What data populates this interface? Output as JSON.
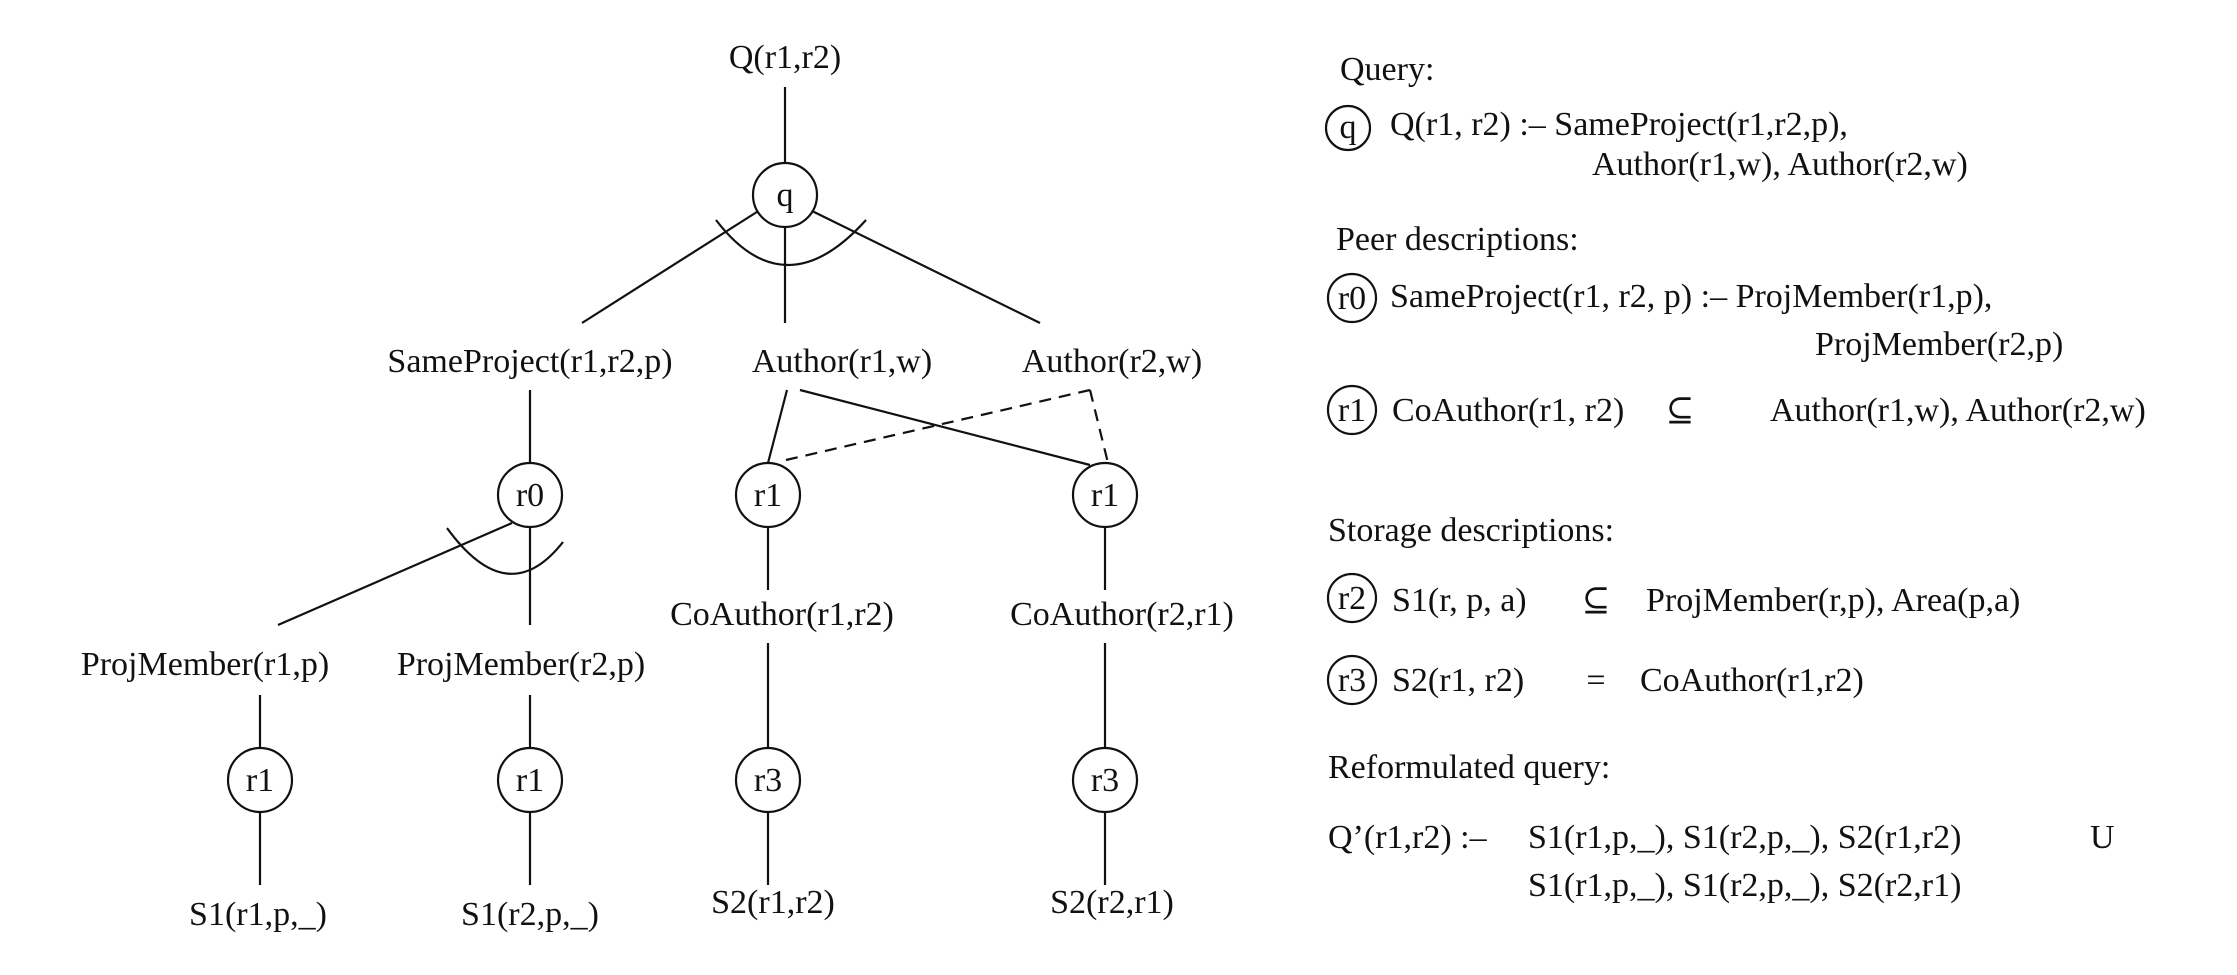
{
  "tree": {
    "root": "Q(r1,r2)",
    "q_node": "q",
    "subgoal_sameproject": "SameProject(r1,r2,p)",
    "subgoal_author1": "Author(r1,w)",
    "subgoal_author2": "Author(r2,w)",
    "r0_node": "r0",
    "r1_left_node": "r1",
    "r1_right_node": "r1",
    "projmember1": "ProjMember(r1,p)",
    "projmember2": "ProjMember(r2,p)",
    "coauthor12": "CoAuthor(r1,r2)",
    "coauthor21": "CoAuthor(r2,r1)",
    "r1_pm1_node": "r1",
    "r1_pm2_node": "r1",
    "r3_left_node": "r3",
    "r3_right_node": "r3",
    "leaf_s1_r1": "S1(r1,p,_)",
    "leaf_s1_r2": "S1(r2,p,_)",
    "leaf_s2_r1r2": "S2(r1,r2)",
    "leaf_s2_r2r1": "S2(r2,r1)"
  },
  "panel": {
    "query_heading": "Query:",
    "query_label": "q",
    "query_line1": "Q(r1, r2) :– SameProject(r1,r2,p),",
    "query_line2": "Author(r1,w), Author(r2,w)",
    "peer_heading": "Peer descriptions:",
    "r0_label": "r0",
    "r0_line1": "SameProject(r1, r2, p) :– ProjMember(r1,p),",
    "r0_line2": "ProjMember(r2,p)",
    "r1_label": "r1",
    "r1_lhs": "CoAuthor(r1, r2)",
    "r1_op": "⊆",
    "r1_rhs": "Author(r1,w), Author(r2,w)",
    "storage_heading": "Storage descriptions:",
    "r2_label": "r2",
    "r2_lhs": "S1(r, p, a)",
    "r2_op": "⊆",
    "r2_rhs": "ProjMember(r,p), Area(p,a)",
    "r3_label": "r3",
    "r3_lhs": "S2(r1, r2)",
    "r3_op": "=",
    "r3_rhs": "CoAuthor(r1,r2)",
    "reform_heading": "Reformulated query:",
    "reform_head": "Q’(r1,r2) :–",
    "reform_line1": "S1(r1,p,_), S1(r2,p,_), S2(r1,r2)",
    "reform_union": "U",
    "reform_line2": "S1(r1,p,_), S1(r2,p,_), S2(r2,r1)"
  }
}
